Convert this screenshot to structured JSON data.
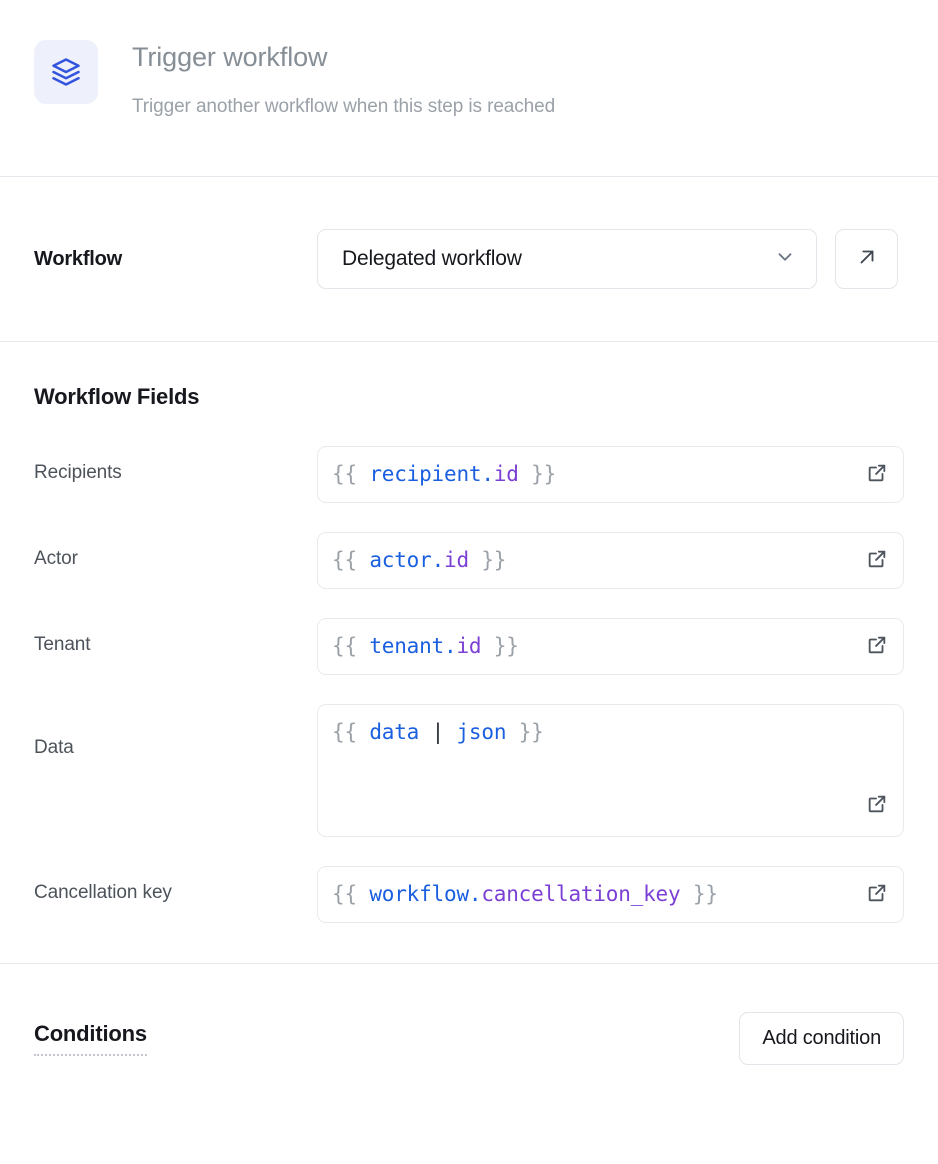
{
  "header": {
    "icon": "layers-icon",
    "title": "Trigger workflow",
    "subtitle": "Trigger another workflow when this step is reached"
  },
  "workflow": {
    "label": "Workflow",
    "selected": "Delegated workflow",
    "chevron_icon": "chevron-down-icon",
    "open_icon": "arrow-up-right-icon"
  },
  "fields_section": {
    "title": "Workflow Fields",
    "rows": [
      {
        "label": "Recipients",
        "value": "{{ recipient.id }}",
        "tokens": [
          {
            "t": "{{ ",
            "c": "brace"
          },
          {
            "t": "recipient",
            "c": "obj"
          },
          {
            "t": ".",
            "c": "obj"
          },
          {
            "t": "id",
            "c": "prop"
          },
          {
            "t": " }}",
            "c": "brace"
          }
        ],
        "multiline": false,
        "expand_icon": "external-link-icon"
      },
      {
        "label": "Actor",
        "value": "{{ actor.id }}",
        "tokens": [
          {
            "t": "{{ ",
            "c": "brace"
          },
          {
            "t": "actor",
            "c": "obj"
          },
          {
            "t": ".",
            "c": "obj"
          },
          {
            "t": "id",
            "c": "prop"
          },
          {
            "t": " }}",
            "c": "brace"
          }
        ],
        "multiline": false,
        "expand_icon": "external-link-icon"
      },
      {
        "label": "Tenant",
        "value": "{{ tenant.id }}",
        "tokens": [
          {
            "t": "{{ ",
            "c": "brace"
          },
          {
            "t": "tenant",
            "c": "obj"
          },
          {
            "t": ".",
            "c": "obj"
          },
          {
            "t": "id",
            "c": "prop"
          },
          {
            "t": " }}",
            "c": "brace"
          }
        ],
        "multiline": false,
        "expand_icon": "external-link-icon"
      },
      {
        "label": "Data",
        "value": "{{ data | json }}",
        "tokens": [
          {
            "t": "{{ ",
            "c": "brace"
          },
          {
            "t": "data",
            "c": "obj"
          },
          {
            "t": " ",
            "c": "brace"
          },
          {
            "t": "|",
            "c": "pipe"
          },
          {
            "t": " ",
            "c": "brace"
          },
          {
            "t": "json",
            "c": "filter"
          },
          {
            "t": " }}",
            "c": "brace"
          }
        ],
        "multiline": true,
        "expand_icon": "external-link-icon"
      },
      {
        "label": "Cancellation key",
        "value": "{{ workflow.cancellation_key }}",
        "tokens": [
          {
            "t": "{{ ",
            "c": "brace"
          },
          {
            "t": "workflow",
            "c": "obj"
          },
          {
            "t": ".",
            "c": "obj"
          },
          {
            "t": "cancellation_key",
            "c": "prop"
          },
          {
            "t": " }}",
            "c": "brace"
          }
        ],
        "multiline": false,
        "expand_icon": "external-link-icon"
      }
    ]
  },
  "conditions": {
    "title": "Conditions",
    "add_label": "Add condition"
  },
  "colors": {
    "accent": "#3355dd",
    "accent_bg": "#eef1fb",
    "title_gray": "#868e96",
    "subtitle_gray": "#9ba1a9",
    "label_gray": "#4d535b",
    "text_dark": "#16181d",
    "border": "#e3e5ea",
    "divider": "#e7e8ee",
    "code_object": "#1a5fe0",
    "code_property": "#7b3fd4",
    "code_brace": "#9ba1a9"
  }
}
